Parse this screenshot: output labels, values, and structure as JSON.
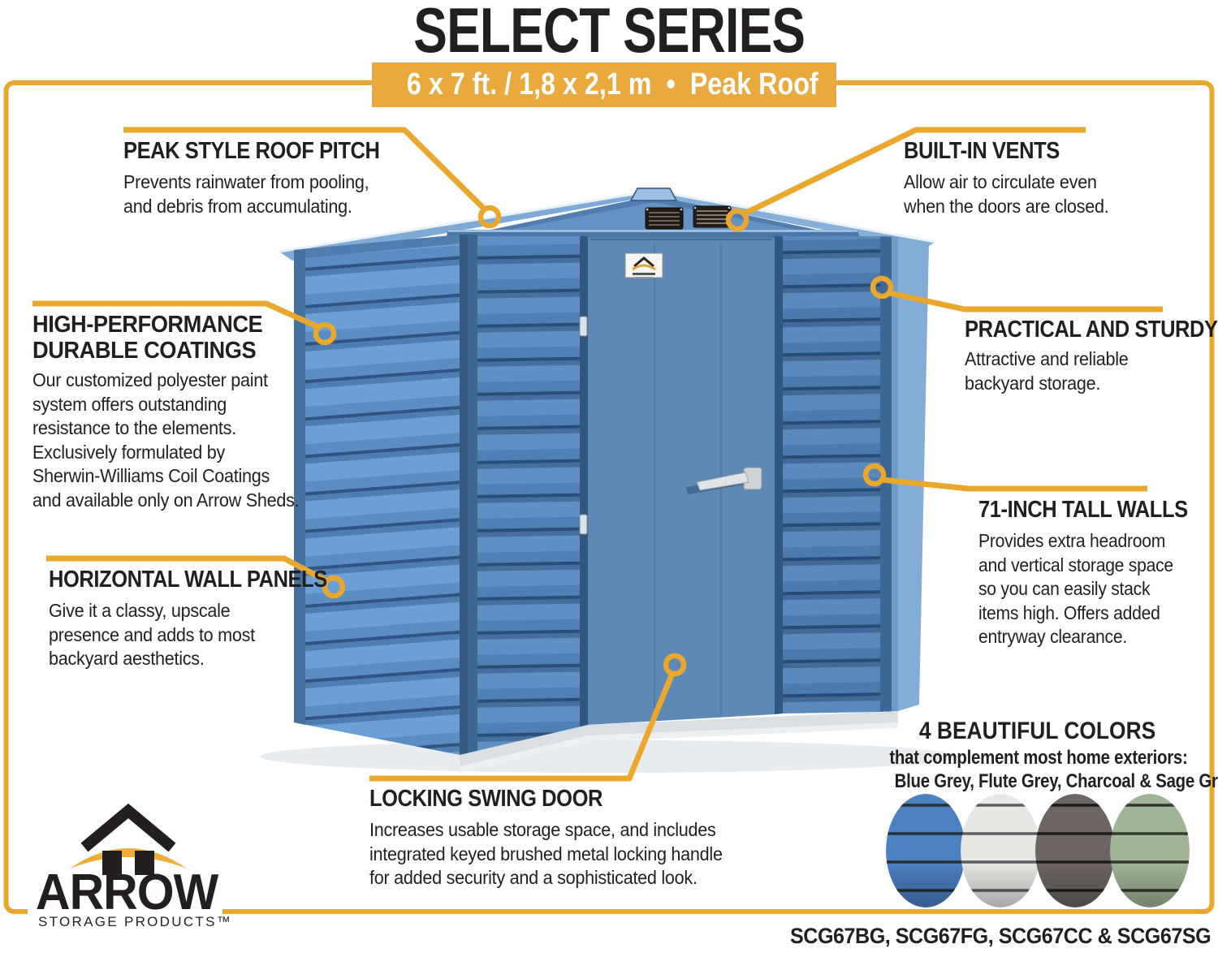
{
  "title": "SELECT SERIES",
  "banner": {
    "text": "6 x 7 ft. / 1,8 x 2,1 m  •  Peak Roof"
  },
  "callouts": {
    "peak_roof": {
      "heading": "PEAK STYLE ROOF PITCH",
      "body": "Prevents rainwater from pooling,\nand debris from accumulating."
    },
    "vents": {
      "heading": "BUILT-IN VENTS",
      "body": "Allow air to circulate even\nwhen the doors are closed."
    },
    "coatings": {
      "heading": "HIGH-PERFORMANCE\nDURABLE COATINGS",
      "body": "Our customized polyester paint\nsystem offers outstanding\nresistance to the elements.\nExclusively formulated by\nSherwin-Williams Coil Coatings\nand available only on Arrow Sheds."
    },
    "sturdy": {
      "heading": "PRACTICAL AND STURDY",
      "body": "Attractive and reliable\nbackyard storage."
    },
    "panels": {
      "heading": "HORIZONTAL WALL PANELS",
      "body": "Give it a classy, upscale\npresence and adds to most\nbackyard aesthetics."
    },
    "walls": {
      "heading": "71-INCH TALL WALLS",
      "body": "Provides extra headroom\nand vertical storage space\nso you can easily stack\nitems high. Offers added\nentryway clearance."
    },
    "door": {
      "heading": "LOCKING SWING DOOR",
      "body": "Increases usable storage space, and includes\nintegrated keyed brushed metal locking handle\nfor added security and a sophisticated look."
    },
    "colors": {
      "heading": "4 BEAUTIFUL COLORS",
      "line1": "that complement most home exteriors:",
      "line2": "Blue Grey, Flute Grey, Charcoal & Sage Green."
    }
  },
  "swatches": [
    {
      "name": "Blue Grey",
      "hex": "#4B80C1"
    },
    {
      "name": "Flute Grey",
      "hex": "#E7E8E4"
    },
    {
      "name": "Charcoal",
      "hex": "#6C6563"
    },
    {
      "name": "Sage Green",
      "hex": "#A0B595"
    }
  ],
  "logo": {
    "brand": "ARROW",
    "tagline": "STORAGE PRODUCTS™"
  },
  "product_codes": "SCG67BG, SCG67FG, SCG67CC & SCG67SG",
  "colors": {
    "accent_gold": "#E9A82D",
    "banner_bg": "#E9A93C",
    "text_dark": "#231F20",
    "shed_blue": "#5E8EC3",
    "shed_blue_light": "#6BA0D6",
    "shed_blue_dark": "#2F5584"
  }
}
